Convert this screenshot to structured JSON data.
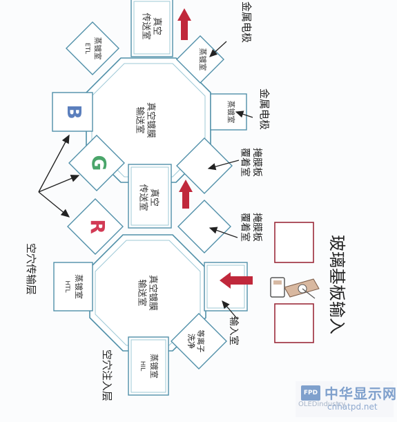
{
  "chambers": {
    "etl": {
      "label": "蒸镀室",
      "code": "ETL"
    },
    "top_transfer": "真空\n传送室",
    "blue": "B",
    "green": "G",
    "red": "R",
    "upper_cluster": "真空镀膜\n输送室",
    "mid_transfer": "真空\n传送室",
    "lower_cluster": "真空镀膜\n输送室",
    "htl": {
      "label": "蒸镀室",
      "code": "HTL"
    },
    "hil": {
      "label": "蒸镀室",
      "code": "HIL"
    },
    "plasma": "等离子\n洗净",
    "right_top_evap": "蒸镀室",
    "right_evap": "蒸镀室",
    "mask_upper": "掩膜板\n覆着室",
    "mask_lower": "掩膜板\n覆着室",
    "input": "输入室"
  },
  "labels": {
    "metal_electrode_1": "金属电极",
    "metal_electrode_2": "金属电极",
    "hole_transport": "空穴传输层",
    "hole_injection": "空穴注入层",
    "glass_input": "玻璃基板输入"
  },
  "colors": {
    "line": "#4f8fa8",
    "cyan": "#2fb6c4",
    "arrow_red": "#c0283b",
    "B": "#5b7fbd",
    "G": "#4aa56a",
    "R": "#d23a55",
    "glass_box": "#9b2a3a"
  },
  "watermark": {
    "name": "中华显示网",
    "url": "cnhatpd.net",
    "logo": "FPD",
    "tag": "OLEDindustry"
  }
}
